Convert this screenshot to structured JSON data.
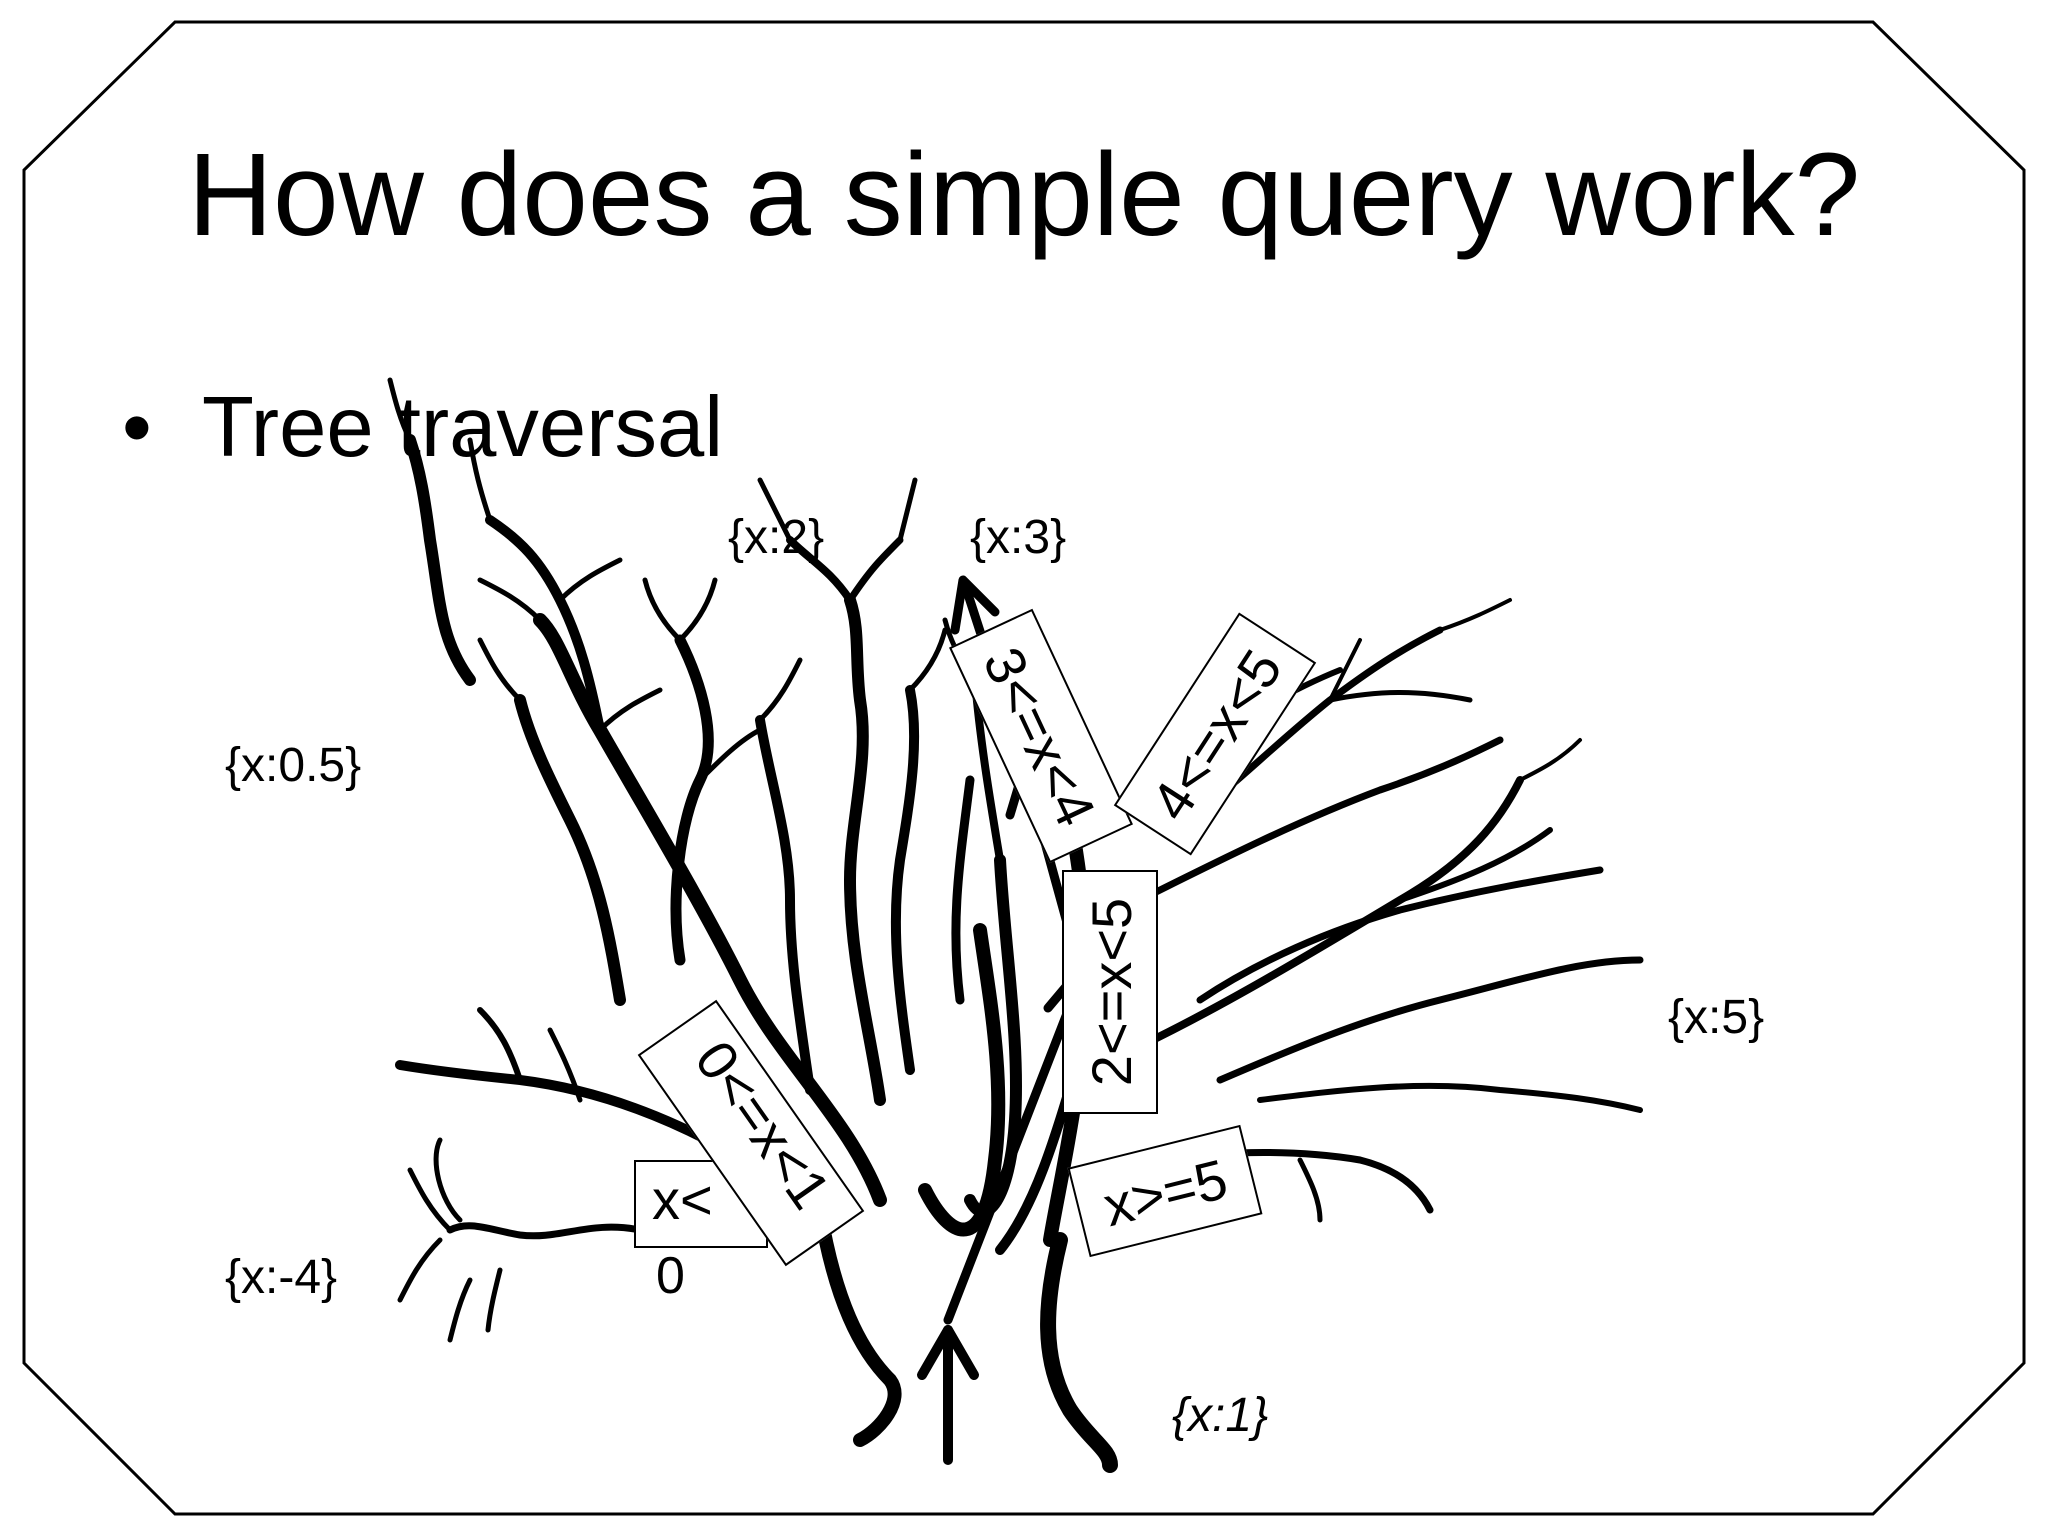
{
  "slide": {
    "title": "How does a simple query work?",
    "bullet": "Tree traversal"
  },
  "leaves": {
    "x2": "{x:2}",
    "x3": "{x:3}",
    "x05": "{x:0.5}",
    "x5": "{x:5}",
    "xm4": "{x:-4}",
    "x1": "{x:1}"
  },
  "conditions": {
    "lt0_a": "x<",
    "lt0_b": "0",
    "c0_1": "0<=x<1",
    "c2_5": "2<=x<5",
    "c3_4": "3<=x<4",
    "c4_5": "4<=x<5",
    "ge5": "x>=5"
  },
  "colors": {
    "ink": "#000000",
    "paper": "#ffffff"
  }
}
